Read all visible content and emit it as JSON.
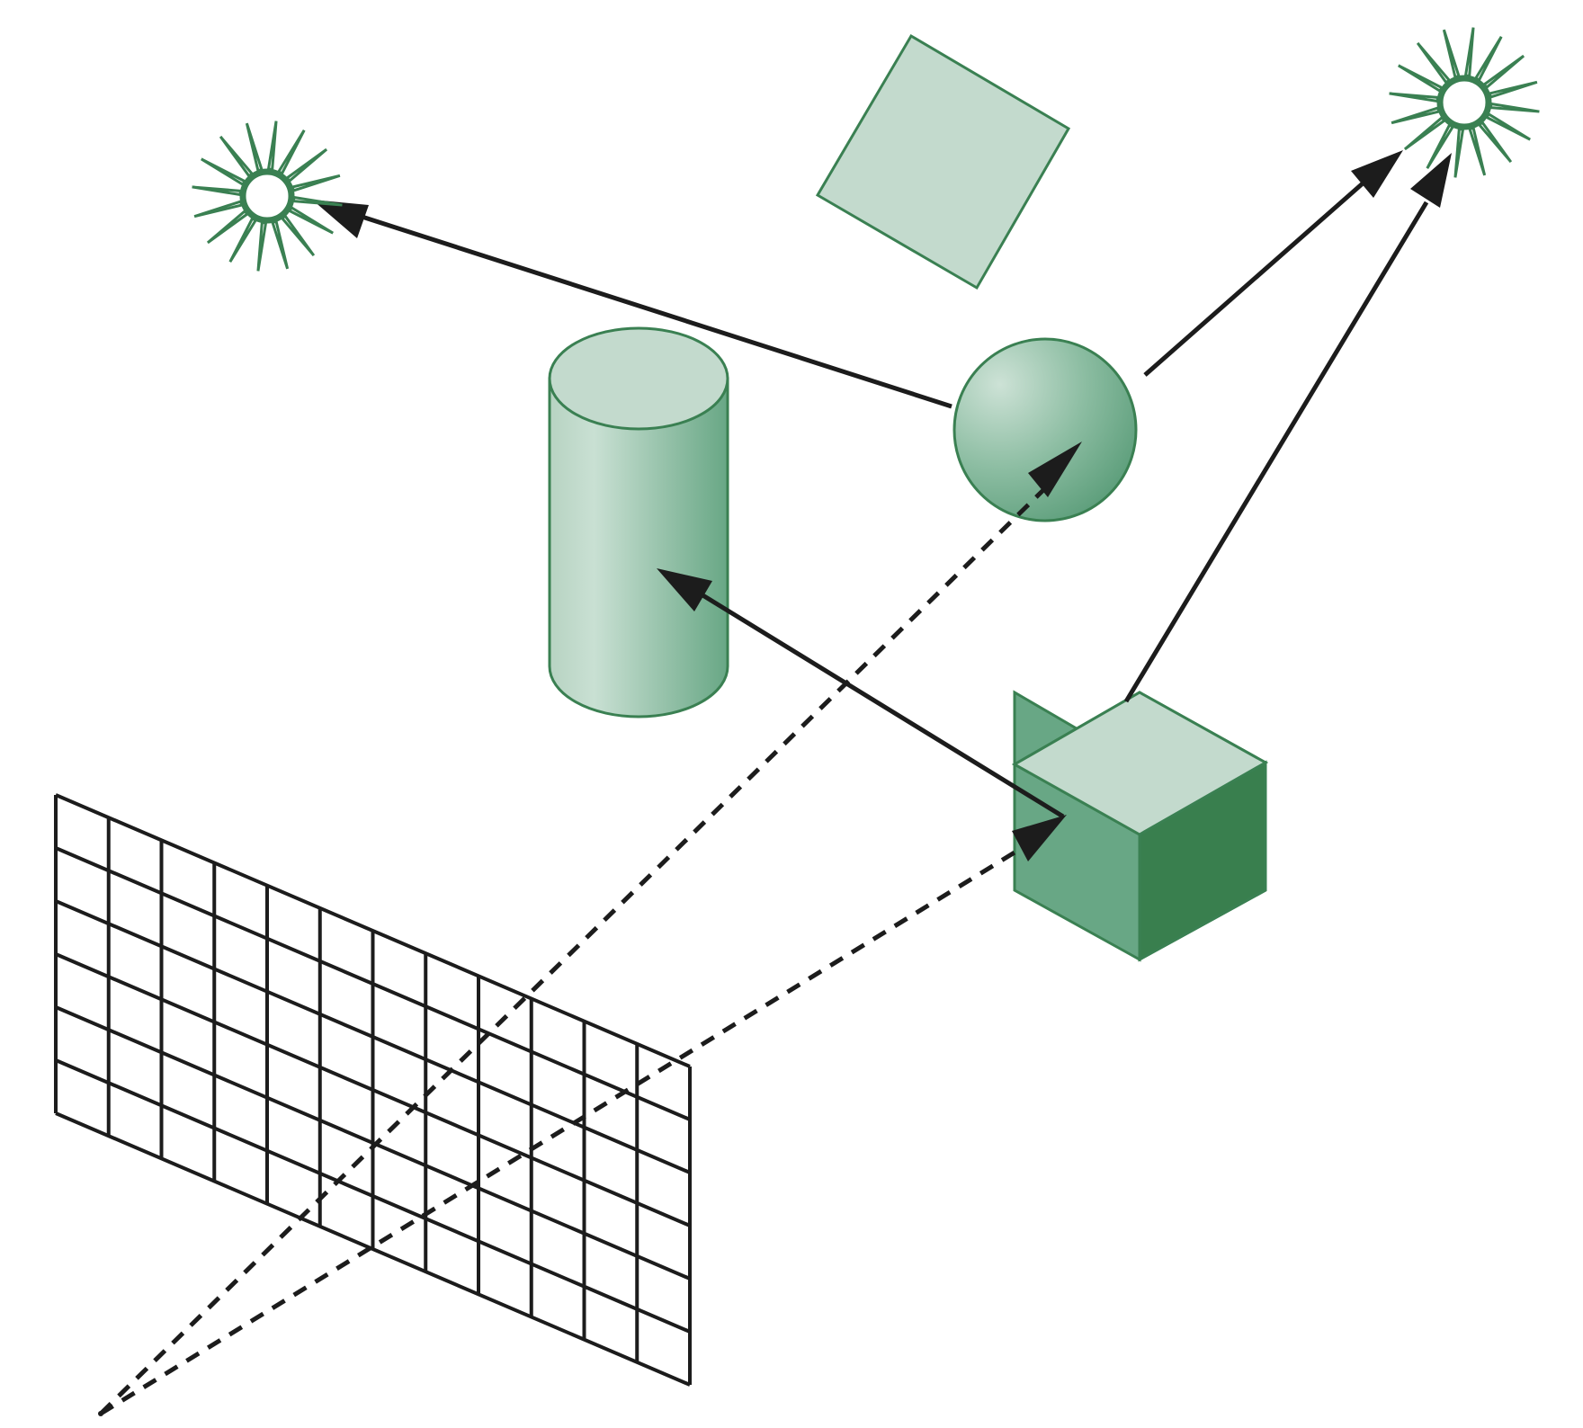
{
  "diagram": {
    "kind": "ray-tracing-illustration",
    "colors": {
      "green_light": "#c3dacd",
      "green_mid": "#6aa886",
      "green_dark": "#397f4e",
      "green_stroke": "#3a8052",
      "ray": "#1c1c1c",
      "background": "#ffffff"
    },
    "icons": [
      "light-source-icon",
      "light-source-icon"
    ],
    "objects": [
      "image-plane-grid",
      "eye-point",
      "cylinder",
      "sphere",
      "cube",
      "floating-square"
    ],
    "grid": {
      "columns": 12,
      "rows": 6
    },
    "rays": {
      "primary": "dashed",
      "secondary": "solid"
    }
  }
}
